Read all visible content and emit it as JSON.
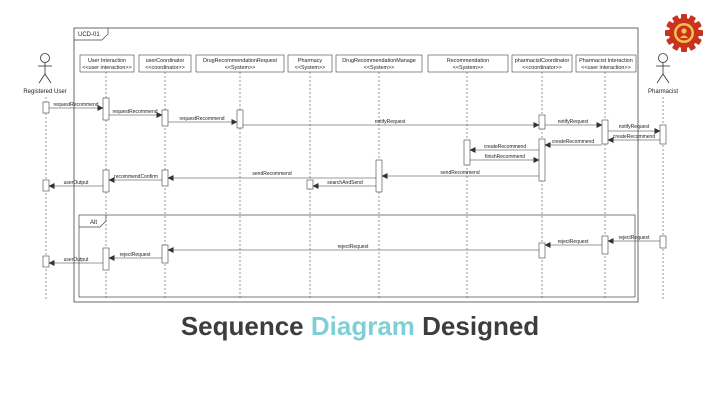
{
  "frame": {
    "label": "UCD-01"
  },
  "alt_frame": {
    "label": "Alt"
  },
  "actors": [
    {
      "id": "registered-user",
      "label": "Registered User"
    },
    {
      "id": "pharmacist",
      "label": "Pharmacist"
    }
  ],
  "lifelines": [
    {
      "id": "user-interaction",
      "line1": "User Interaction",
      "line2": "<<user interaction>>"
    },
    {
      "id": "user-coordinator",
      "line1": "userCoordinator",
      "line2": "<<coordinator>>"
    },
    {
      "id": "drug-recommendation-request",
      "line1": "DrugRecommendationRequest",
      "line2": "<<System>>"
    },
    {
      "id": "pharmacy",
      "line1": "Pharmacy",
      "line2": "<<System>>"
    },
    {
      "id": "drug-recommendation-manage",
      "line1": "DrugRecommendationManage",
      "line2": "<<System>>"
    },
    {
      "id": "recommendation",
      "line1": "Recommendation",
      "line2": "<<System>>"
    },
    {
      "id": "pharmacist-coordinator",
      "line1": "pharmacistCoordinator",
      "line2": "<<coordinator>>"
    },
    {
      "id": "pharmacist-interaction",
      "line1": "Pharmacist Interaction",
      "line2": "<<user interaction>>"
    }
  ],
  "messages": [
    {
      "label": "requestRecommend"
    },
    {
      "label": "requestRecommend"
    },
    {
      "label": "requestRecommend"
    },
    {
      "label": "notifyRequest"
    },
    {
      "label": "notifyRequest"
    },
    {
      "label": "notifyRequest"
    },
    {
      "label": "createRecommend"
    },
    {
      "label": "createRecommend"
    },
    {
      "label": "createRecommend"
    },
    {
      "label": "finishRecommend"
    },
    {
      "label": "sendRecommend"
    },
    {
      "label": "sendRecommend"
    },
    {
      "label": "recommendConfirm"
    },
    {
      "label": "searchAndSend"
    },
    {
      "label": "userOutput"
    },
    {
      "label": "rejectRequest"
    },
    {
      "label": "rejectRequest"
    },
    {
      "label": "rejectRequest"
    },
    {
      "label": "rejectRequest"
    },
    {
      "label": "userOutput"
    }
  ],
  "caption": {
    "part1": "Sequence",
    "part2": "Diagram",
    "part3": "Designed"
  },
  "colors": {
    "caption_dark": "#3d3d3d",
    "caption_accent": "#7fd0d6",
    "logo": "#c8321e"
  },
  "icons": [
    "stick-figure-icon",
    "university-seal-icon"
  ]
}
